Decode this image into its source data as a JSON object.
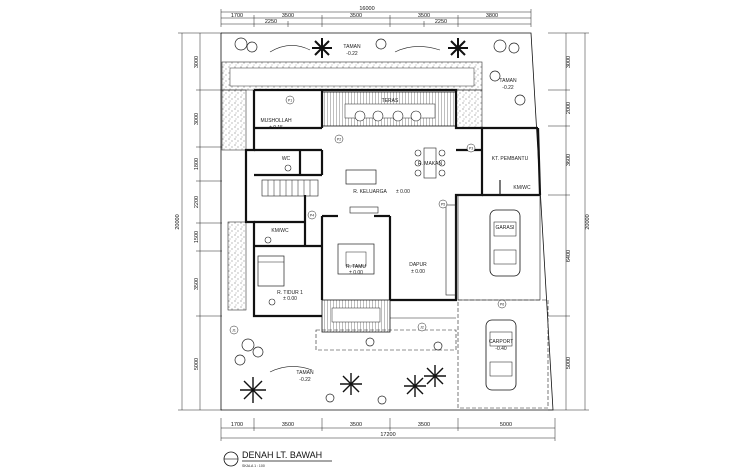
{
  "drawing": {
    "title": "DENAH LT. BAWAH",
    "scale": "SKALA 1 : 100"
  },
  "dimensions": {
    "top_overall": "16000",
    "top_segments": [
      "1700",
      "3500",
      "3500",
      "3500",
      "3800"
    ],
    "top_sub_segments": [
      "2250",
      "2250"
    ],
    "bottom_overall": "17200",
    "bottom_segments": [
      "1700",
      "3500",
      "3500",
      "3500",
      "5000"
    ],
    "left_overall": "20000",
    "left_segments": [
      "3000",
      "3000",
      "1800",
      "2200",
      "1500",
      "3500",
      "5000"
    ],
    "right_overall": "20000",
    "right_segments": [
      "3000",
      "2000",
      "3600",
      "6400",
      "5000"
    ]
  },
  "rooms": {
    "taman_top": {
      "name": "TAMAN",
      "level": "-0.22"
    },
    "taman_right": {
      "name": "TAMAN",
      "level": "-0.22"
    },
    "taman_bottom": {
      "name": "TAMAN",
      "level": "-0.22"
    },
    "mushollah": {
      "name": "MUSHOLLAH",
      "level": "± 0.15"
    },
    "teras": {
      "name": "TERAS"
    },
    "keluarga": {
      "name": "R. KELUARGA",
      "level": "± 0.00"
    },
    "makan": {
      "name": "R. MAKAN"
    },
    "pembantu": {
      "name": "KT. PEMBANTU"
    },
    "wc_small": {
      "name": "WC"
    },
    "km_wc": {
      "name": "KM/WC"
    },
    "km_wc_right": {
      "name": "KM/WC"
    },
    "tamu": {
      "name": "R. TAMU",
      "level": "± 0.00"
    },
    "dapur": {
      "name": "DAPUR",
      "level": "± 0.00"
    },
    "tidur": {
      "name": "R. TIDUR 1",
      "level": "± 0.00"
    },
    "garasi": {
      "name": "GARASI"
    },
    "carport": {
      "name": "CARPORT",
      "level": "-0.40"
    }
  },
  "tags": [
    "P1",
    "P2",
    "P3",
    "P4",
    "P5",
    "P6",
    "J1",
    "J2"
  ]
}
